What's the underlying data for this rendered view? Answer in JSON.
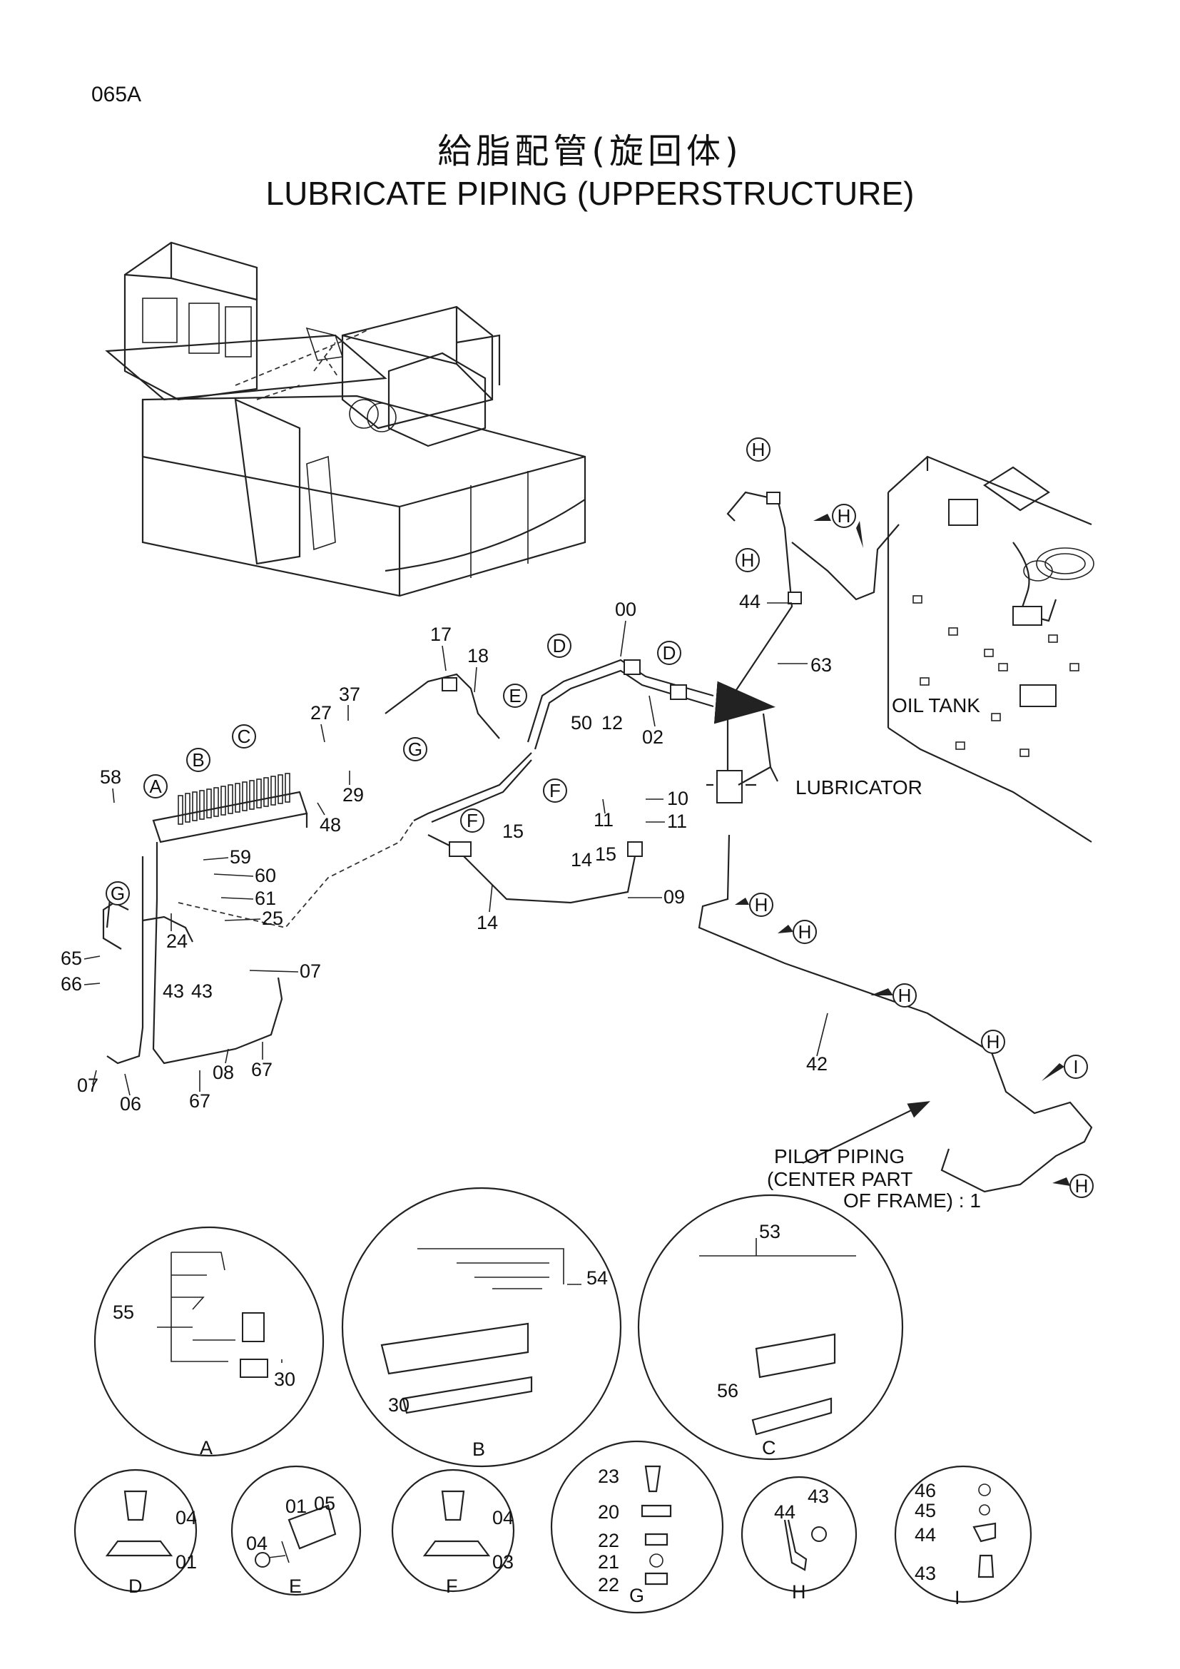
{
  "page_code": "065A",
  "title_jp": "給脂配管(旋回体)",
  "title_en": "LUBRICATE   PIPING (UPPERSTRUCTURE)",
  "callouts": {
    "oil_tank": "OIL TANK",
    "lubricator": "LUBRICATOR",
    "pilot_1": "PILOT PIPING",
    "pilot_2": "(CENTER PART",
    "pilot_3": "OF FRAME) : 1"
  },
  "part_numbers": {
    "p00": "00",
    "p02": "02",
    "p17": "17",
    "p18": "18",
    "p37": "37",
    "p27": "27",
    "p29": "29",
    "p48": "48",
    "p58": "58",
    "p59": "59",
    "p60": "60",
    "p61": "61",
    "p25": "25",
    "p24": "24",
    "p65": "65",
    "p66": "66",
    "p43": "43",
    "p43b": "43",
    "p07a": "07",
    "p07b": "07",
    "p06": "06",
    "p08": "08",
    "p67a": "67",
    "p67b": "67",
    "p50": "50",
    "p12": "12",
    "p10": "10",
    "p11a": "11",
    "p11b": "11",
    "p15a": "15",
    "p15b": "15",
    "p14a": "14",
    "p14b": "14",
    "p09": "09",
    "p63": "63",
    "p44": "44",
    "p42": "42"
  },
  "letters": {
    "a": "A",
    "b": "B",
    "c": "C",
    "d": "D",
    "e": "E",
    "f": "F",
    "g": "G",
    "h": "H",
    "i": "I"
  },
  "detail_labels": {
    "dA": "A",
    "dB": "B",
    "dC": "C",
    "dD": "D",
    "dE": "E",
    "dF": "F",
    "dG": "G",
    "dH": "H",
    "dI": "I"
  },
  "detail_parts": {
    "a55": "55",
    "a30": "30",
    "b54": "54",
    "b30": "30",
    "c53": "53",
    "c56": "56",
    "d04": "04",
    "d01": "01",
    "e01": "01",
    "e05": "05",
    "e04": "04",
    "f04": "04",
    "f03": "03",
    "g23": "23",
    "g20": "20",
    "g22a": "22",
    "g21": "21",
    "g22b": "22",
    "h44": "44",
    "h43": "43",
    "i46": "46",
    "i45": "45",
    "i44": "44",
    "i43": "43"
  }
}
